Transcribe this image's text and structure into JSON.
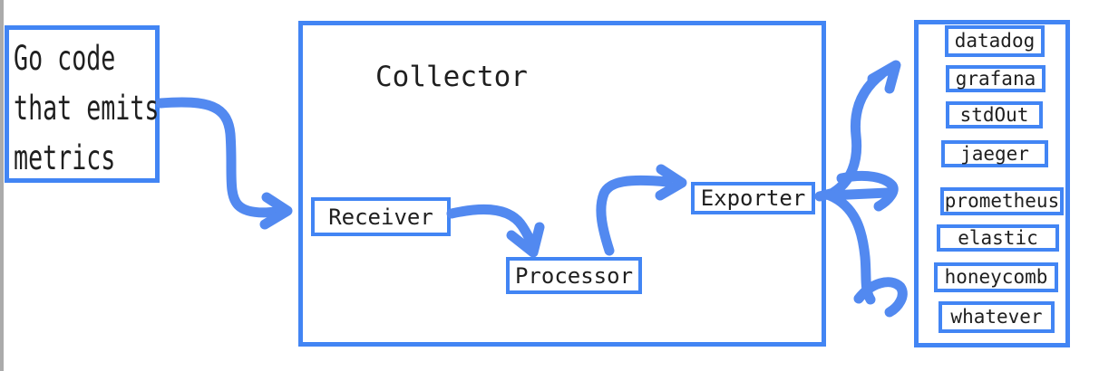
{
  "diagram": {
    "source_node": {
      "lines": [
        "Go code",
        "that emits",
        "metrics"
      ]
    },
    "collector": {
      "title": "Collector",
      "receiver_label": "Receiver",
      "processor_label": "Processor",
      "exporter_label": "Exporter"
    },
    "destinations": {
      "items": [
        "datadog",
        "grafana",
        "stdOut",
        "jaeger",
        "prometheus",
        "elastic",
        "honeycomb",
        "whatever"
      ]
    }
  },
  "colors": {
    "box_border": "#4285f4",
    "arrow": "#5289f0",
    "text": "#1f1f1f",
    "edge_strip": "#ababab",
    "background": "#ffffff"
  }
}
